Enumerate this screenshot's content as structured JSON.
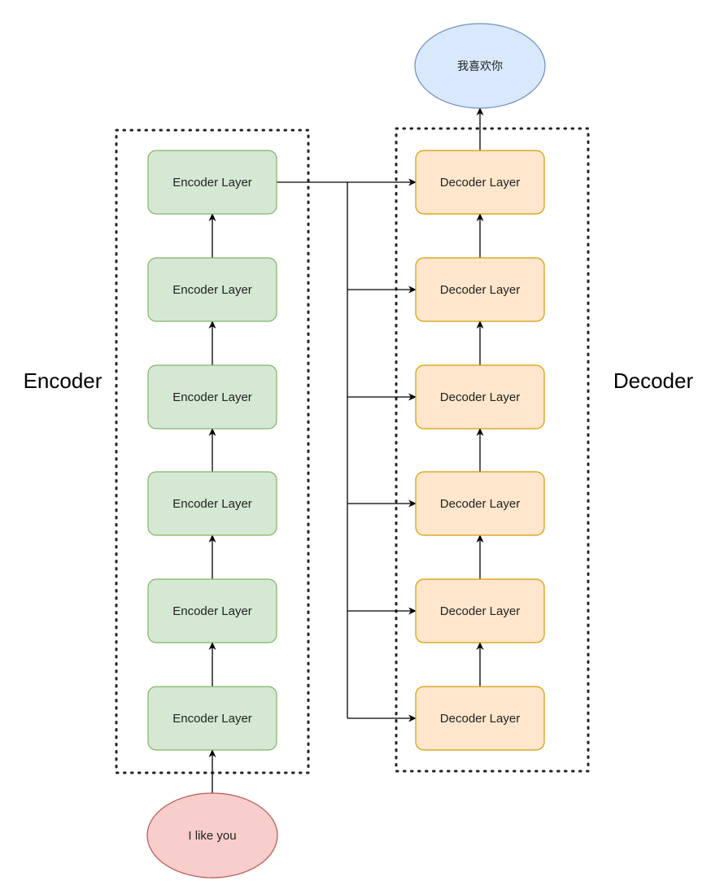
{
  "encoder": {
    "title": "Encoder",
    "layer_label": "Encoder Layer",
    "layer_count": 6,
    "fill": "#d5e8d4",
    "stroke": "#82b366"
  },
  "decoder": {
    "title": "Decoder",
    "layer_label": "Decoder Layer",
    "layer_count": 6,
    "fill": "#ffe6cc",
    "stroke": "#d79b00"
  },
  "input": {
    "text": "I like you",
    "fill": "#f8cecc",
    "stroke": "#b85450"
  },
  "output": {
    "text": "我喜欢你",
    "fill": "#dae8fc",
    "stroke": "#6c8ebf"
  },
  "edge_color": "#000000",
  "group_border_color": "#222222"
}
